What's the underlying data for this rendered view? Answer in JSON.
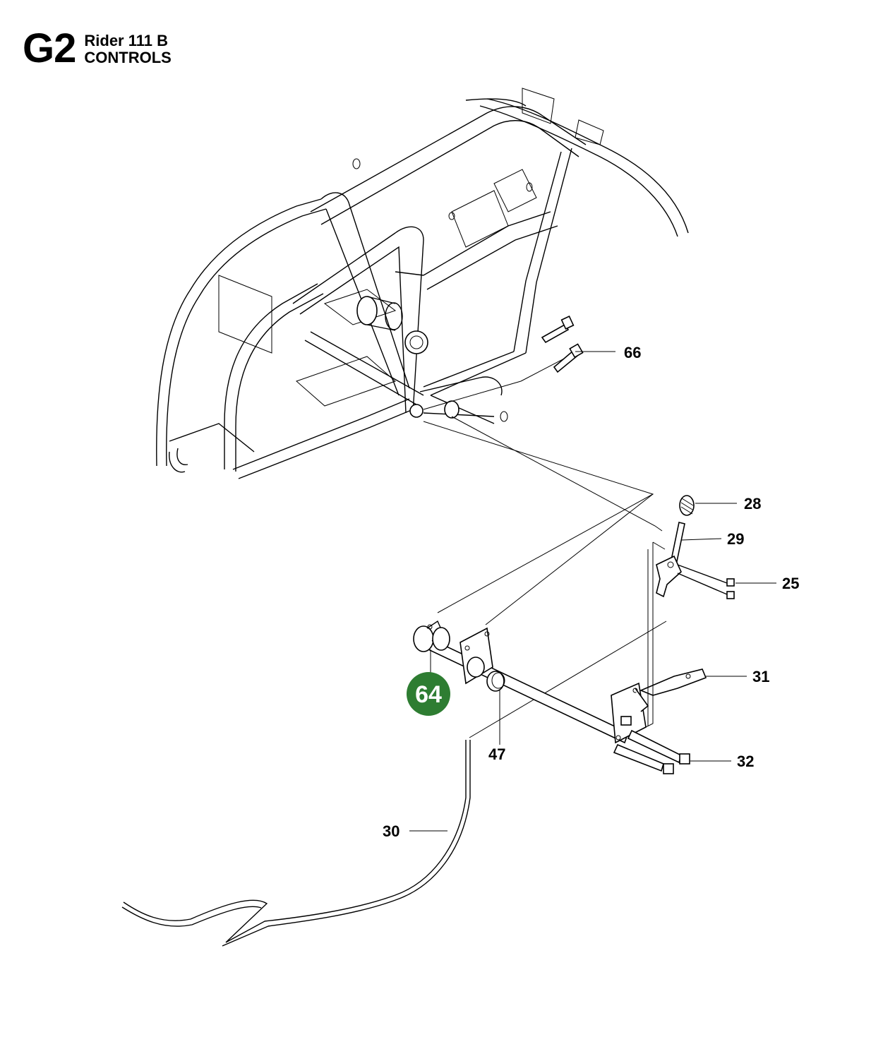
{
  "header": {
    "section_code": "G2",
    "model": "Rider 111 B",
    "group": "CONTROLS"
  },
  "highlight": {
    "label": "64",
    "color": "#2e7d32"
  },
  "callouts": [
    {
      "id": "66",
      "label": "66"
    },
    {
      "id": "28",
      "label": "28"
    },
    {
      "id": "29",
      "label": "29"
    },
    {
      "id": "25",
      "label": "25"
    },
    {
      "id": "31",
      "label": "31"
    },
    {
      "id": "32",
      "label": "32"
    },
    {
      "id": "47",
      "label": "47"
    },
    {
      "id": "30",
      "label": "30"
    }
  ]
}
